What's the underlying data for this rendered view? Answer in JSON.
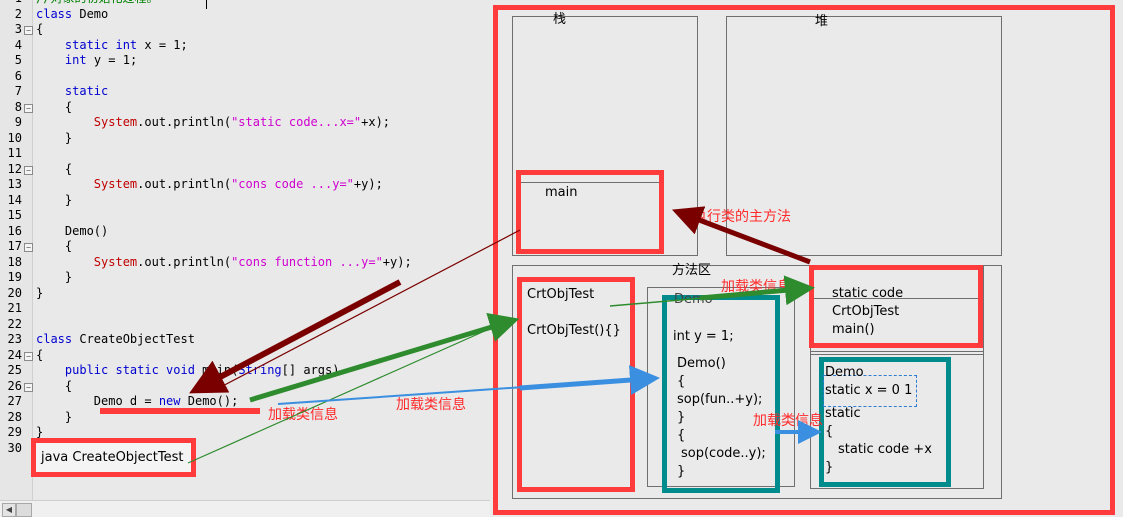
{
  "editor": {
    "line_numbers": [
      "1",
      "2",
      "3",
      "4",
      "5",
      "6",
      "7",
      "8",
      "9",
      "10",
      "11",
      "12",
      "13",
      "14",
      "15",
      "16",
      "17",
      "18",
      "19",
      "20",
      "21",
      "22",
      "23",
      "24",
      "25",
      "26",
      "27",
      "28",
      "29",
      "30"
    ],
    "lines": [
      [
        {
          "t": "//对象的初始化过程。",
          "c": "cm"
        }
      ],
      [
        {
          "t": "class ",
          "c": "k"
        },
        {
          "t": "Demo",
          "c": ""
        }
      ],
      [
        {
          "t": "{",
          "c": ""
        }
      ],
      [
        {
          "t": "    ",
          "c": ""
        },
        {
          "t": "static int",
          "c": "k"
        },
        {
          "t": " x = 1;",
          "c": ""
        }
      ],
      [
        {
          "t": "    ",
          "c": ""
        },
        {
          "t": "int",
          "c": "k"
        },
        {
          "t": " y = 1;",
          "c": ""
        }
      ],
      [],
      [
        {
          "t": "    ",
          "c": ""
        },
        {
          "t": "static",
          "c": "k"
        }
      ],
      [
        {
          "t": "    {",
          "c": ""
        }
      ],
      [
        {
          "t": "        ",
          "c": ""
        },
        {
          "t": "System",
          "c": "f"
        },
        {
          "t": ".out.println(",
          "c": ""
        },
        {
          "t": "\"static code...x=\"",
          "c": "s"
        },
        {
          "t": "+x);",
          "c": ""
        }
      ],
      [
        {
          "t": "    }",
          "c": ""
        }
      ],
      [],
      [
        {
          "t": "    {",
          "c": ""
        }
      ],
      [
        {
          "t": "        ",
          "c": ""
        },
        {
          "t": "System",
          "c": "f"
        },
        {
          "t": ".out.println(",
          "c": ""
        },
        {
          "t": "\"cons code ...y=\"",
          "c": "s"
        },
        {
          "t": "+y);",
          "c": ""
        }
      ],
      [
        {
          "t": "    }",
          "c": ""
        }
      ],
      [],
      [
        {
          "t": "    Demo()",
          "c": ""
        }
      ],
      [
        {
          "t": "    {",
          "c": ""
        }
      ],
      [
        {
          "t": "        ",
          "c": ""
        },
        {
          "t": "System",
          "c": "f"
        },
        {
          "t": ".out.println(",
          "c": ""
        },
        {
          "t": "\"cons function ...y=\"",
          "c": "s"
        },
        {
          "t": "+y);",
          "c": ""
        }
      ],
      [
        {
          "t": "    }",
          "c": ""
        }
      ],
      [
        {
          "t": "}",
          "c": ""
        }
      ],
      [],
      [],
      [
        {
          "t": "class ",
          "c": "k"
        },
        {
          "t": "CreateObjectTest",
          "c": ""
        }
      ],
      [
        {
          "t": "{",
          "c": ""
        }
      ],
      [
        {
          "t": "    ",
          "c": ""
        },
        {
          "t": "public static void",
          "c": "k"
        },
        {
          "t": " main(",
          "c": ""
        },
        {
          "t": "String",
          "c": "k"
        },
        {
          "t": "[] args)",
          "c": ""
        }
      ],
      [
        {
          "t": "    {",
          "c": ""
        }
      ],
      [
        {
          "t": "        Demo d = ",
          "c": ""
        },
        {
          "t": "new",
          "c": "k"
        },
        {
          "t": " Demo();",
          "c": ""
        }
      ],
      [
        {
          "t": "    }",
          "c": ""
        }
      ],
      [
        {
          "t": "}",
          "c": ""
        }
      ],
      []
    ],
    "fold_lines": [
      3,
      8,
      12,
      17,
      24,
      26
    ],
    "command": "java CreateObjectTest"
  },
  "diagram": {
    "stack_label": "栈",
    "heap_label": "堆",
    "method_area_label": "方法区",
    "main_frame": "main",
    "crtobjtest": {
      "name": "CrtObjTest",
      "ctor": "CrtObjTest(){}"
    },
    "demo_class": {
      "title": "Demo",
      "field": "int y = 1;",
      "ctor": "Demo()",
      "brace_open": "{",
      "body1": "sop(fun..+y);",
      "brace_close": "}",
      "brace_open2": "{",
      "body2": "sop(code..y);",
      "brace_close2": "}"
    },
    "static_area": {
      "line1": "static code",
      "line2": "CrtObjTest",
      "line3": "main()"
    },
    "static_demo": {
      "title": "Demo",
      "field": "static x = 0 1",
      "block": "static",
      "brace_open": "{",
      "code": "static code +x",
      "brace_close": "}"
    }
  },
  "annotations": {
    "main_method": "执行类的主方法",
    "load_class_1": "加载类信息",
    "load_class_2": "加载类信息",
    "load_class_3": "加载类信息",
    "load_class_4": "加载类信息"
  },
  "colors": {
    "highlight_red": "#ff3b3b",
    "highlight_teal": "#008c8c",
    "arrow_dark_red": "#7a0000",
    "arrow_green": "#2e8b2e",
    "arrow_blue": "#3a8fe0",
    "keyword_blue": "#0000d0",
    "string_magenta": "#d000d0",
    "comment_green": "#008000"
  }
}
